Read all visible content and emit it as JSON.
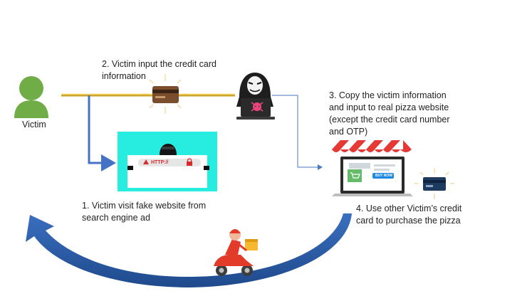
{
  "victim": {
    "label": "Victim"
  },
  "steps": {
    "step1": {
      "line1": "1. Victim visit fake website from",
      "line2": "search engine ad"
    },
    "step2": {
      "line1": "2. Victim input the credit card",
      "line2": "information"
    },
    "step3": {
      "line1": "3. Copy the victim information",
      "line2": "and input to real pizza website",
      "line3": "(except the credit card number",
      "line4": "and OTP)"
    },
    "step4": {
      "line1": "4. Use other Victim’s credit",
      "line2": "card to purchase the pizza"
    }
  },
  "fake_site": {
    "url_text": "HTTP://"
  },
  "shop": {
    "buy_button": "BUY NOW"
  },
  "colors": {
    "victim_green": "#70ad47",
    "line_yellow": "#f2c744",
    "line_blue": "#4472c4",
    "arc_blue": "#2e5fa8",
    "fake_site_cyan": "#27ede1",
    "awning_red": "#e53935"
  },
  "icons": [
    "person-icon",
    "credit-card-icon",
    "hacker-icon",
    "skull-icon",
    "fake-website-icon",
    "lock-icon",
    "warning-icon",
    "store-laptop-icon",
    "cart-icon",
    "delivery-scooter-icon"
  ]
}
